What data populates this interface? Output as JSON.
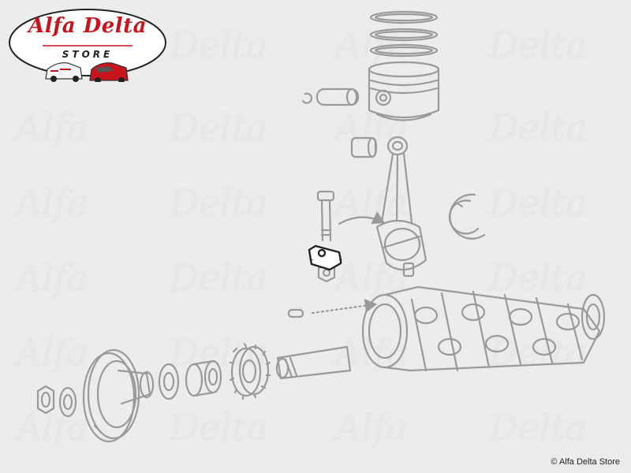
{
  "logo": {
    "title": "Alfa Delta",
    "subtitle": "STORE",
    "accent_color": "#c8141c"
  },
  "watermark": {
    "word_left": "Alfa",
    "word_right": "Delta"
  },
  "highlighted_part": {
    "name": "bolt-lock-plate",
    "color": "#222222"
  },
  "line_color": "#9a9a9a",
  "copyright": "© Alfa Delta Store"
}
